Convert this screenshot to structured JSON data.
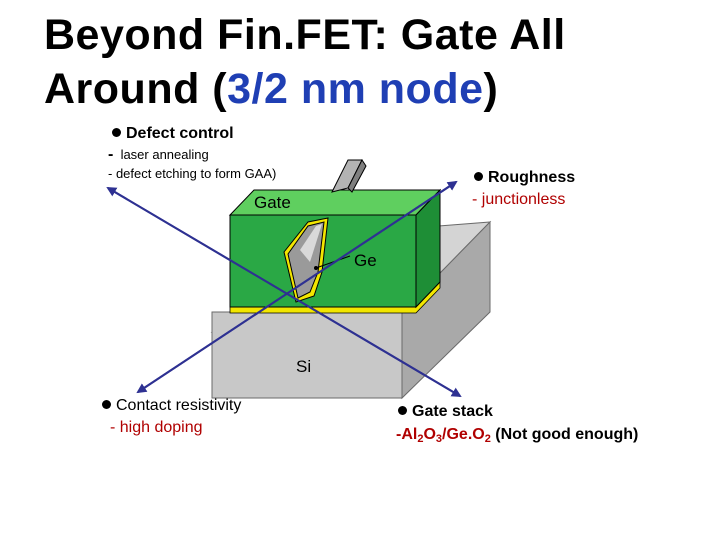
{
  "title": {
    "line1": "Beyond Fin.FET:  Gate All",
    "line2_prefix": "Around (",
    "line2_highlight": "3/2 nm node",
    "line2_suffix": ")"
  },
  "colors": {
    "highlight": "#1f3fb4",
    "arrow": "#2e3192",
    "gate_green": "#2aa845",
    "dark_red_text": "#b00000"
  },
  "defect": {
    "title": "Defect control",
    "dash": "-",
    "item1": "laser annealing",
    "item2": "-  defect etching to form GAA)"
  },
  "roughness": {
    "title": "Roughness",
    "item1": "- junctionless"
  },
  "contact": {
    "title": "Contact resistivity",
    "item1": "-  high doping"
  },
  "gatestack": {
    "title": "Gate stack",
    "prefix": "-Al",
    "sub2": "2",
    "o": "O",
    "sub3": "3",
    "geo": "/Ge.O",
    "sub4": "2",
    "suffix": " (Not good  enough)"
  },
  "device_labels": {
    "gate": "Gate",
    "ge": "Ge",
    "si": "Si"
  }
}
